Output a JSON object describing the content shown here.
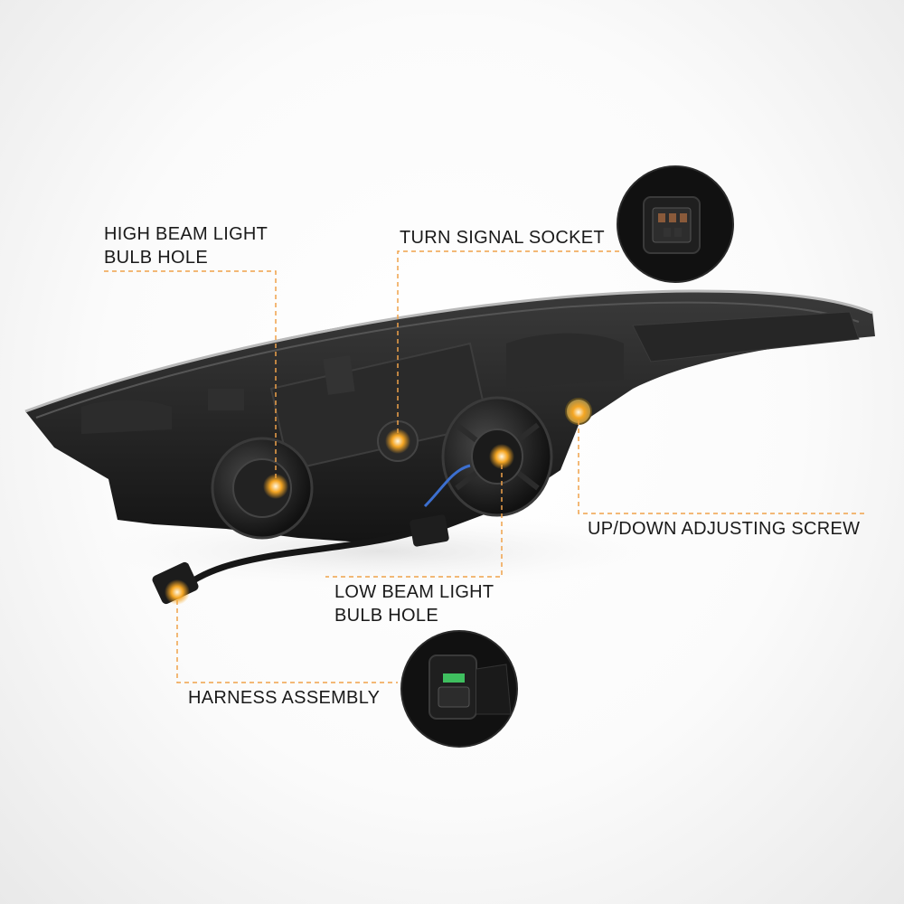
{
  "labels": {
    "high_beam": [
      "HIGH BEAM LIGHT",
      "BULB HOLE"
    ],
    "turn_signal": "TURN SIGNAL SOCKET",
    "updown_screw": "UP/DOWN ADJUSTING SCREW",
    "low_beam": [
      "LOW BEAM LIGHT",
      "BULB HOLE"
    ],
    "harness": "HARNESS ASSEMBLY"
  },
  "colors": {
    "accent": "#f5a623",
    "leader": "#f0a24a",
    "housing": "#1e1e1e"
  }
}
